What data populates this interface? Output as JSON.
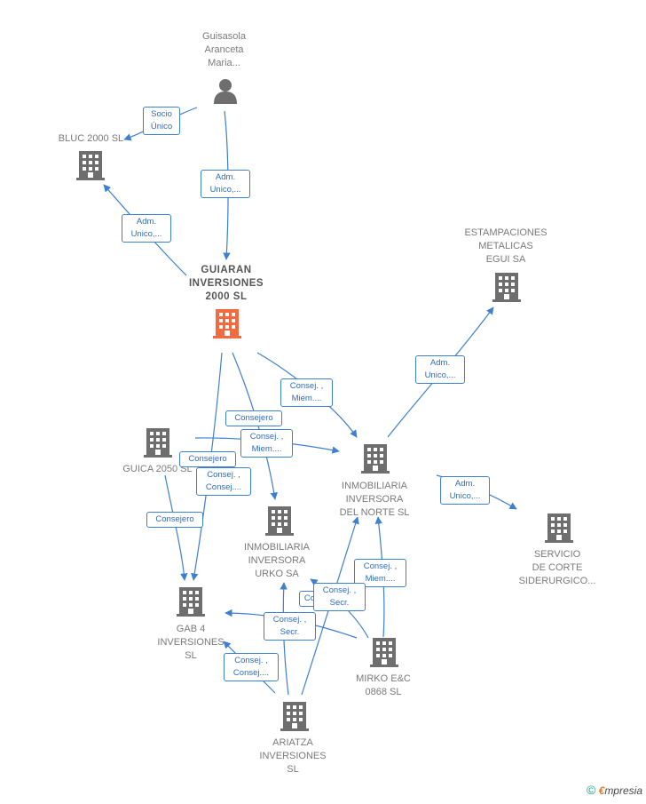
{
  "colors": {
    "edge": "#3d7fd0",
    "building": "#6e6e6e",
    "building_highlight": "#f26a3d",
    "person": "#6e6e6e"
  },
  "nodes": [
    {
      "id": "guisasola",
      "label": "Guisasola\nAranceta\nMaria...",
      "icon": "person-icon"
    },
    {
      "id": "bluc",
      "label": "BLUC 2000  SL",
      "icon": "building-icon"
    },
    {
      "id": "guiaran",
      "label": "GUIARAN\nINVERSIONES\n2000  SL",
      "icon": "building-icon",
      "highlight": true
    },
    {
      "id": "estampaciones",
      "label": "ESTAMPACIONES\nMETALICAS\nEGUI SA",
      "icon": "building-icon"
    },
    {
      "id": "guica",
      "label": "GUICA 2050  SL",
      "icon": "building-icon"
    },
    {
      "id": "inm_norte",
      "label": "INMOBILIARIA\nINVERSORA\nDEL NORTE SL",
      "icon": "building-icon"
    },
    {
      "id": "inm_urko",
      "label": "INMOBILIARIA\nINVERSORA\nURKO SA",
      "icon": "building-icon"
    },
    {
      "id": "servicio",
      "label": "SERVICIO\nDE CORTE\nSIDERURGICO...",
      "icon": "building-icon"
    },
    {
      "id": "gab4",
      "label": "GAB 4\nINVERSIONES\nSL",
      "icon": "building-icon"
    },
    {
      "id": "mirko",
      "label": "MIRKO E&C\n0868  SL",
      "icon": "building-icon"
    },
    {
      "id": "ariatza",
      "label": "ARIATZA\nINVERSIONES\nSL",
      "icon": "building-icon"
    }
  ],
  "edge_labels": [
    "Socio\nÚnico",
    "Adm.\nUnico,...",
    "Adm.\nUnico,...",
    "Adm.\nUnico,...",
    "Consej. ,\nMiem....",
    "Consejero",
    "Consej. ,\nMiem....",
    "Consejero",
    "Consej. ,\nConsej....",
    "Adm.\nUnico,...",
    "Consejero",
    "Consej. ,\nMiem....",
    "Co",
    "Consej. ,\nSecr.",
    "Consej. ,\nSecr.",
    "Consej. ,\nConsej...."
  ],
  "brand": {
    "copyright": "©",
    "e": "€",
    "rest": "mpresia"
  }
}
